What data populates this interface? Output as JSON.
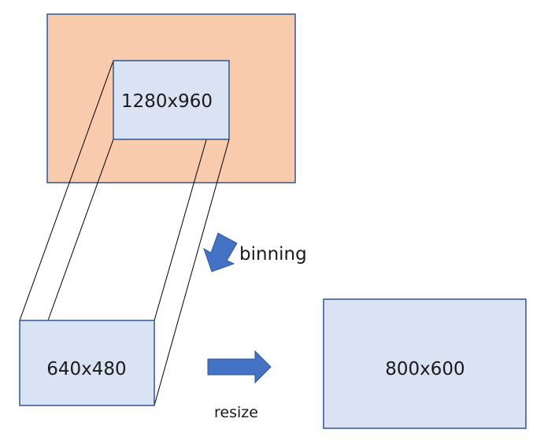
{
  "diagram": {
    "source_frame": {
      "label": "",
      "fill": "#F8CBAD",
      "stroke": "#2F5597"
    },
    "crop_region": {
      "label": "1280x960",
      "fill": "#DAE3F3",
      "stroke": "#2F5597"
    },
    "binned_frame": {
      "label": "640x480",
      "fill": "#DAE3F3",
      "stroke": "#2F5597"
    },
    "resized_frame": {
      "label": "800x600",
      "fill": "#DAE3F3",
      "stroke": "#2F5597"
    },
    "binning_arrow": {
      "label": "binning",
      "fill": "#4472C4",
      "stroke": "#2F5597",
      "icon": "arrow-down-left-icon"
    },
    "resize_arrow": {
      "label": "resize",
      "fill": "#4472C4",
      "stroke": "#2F5597",
      "icon": "arrow-right-icon"
    },
    "projection_line_color": "#000000"
  }
}
